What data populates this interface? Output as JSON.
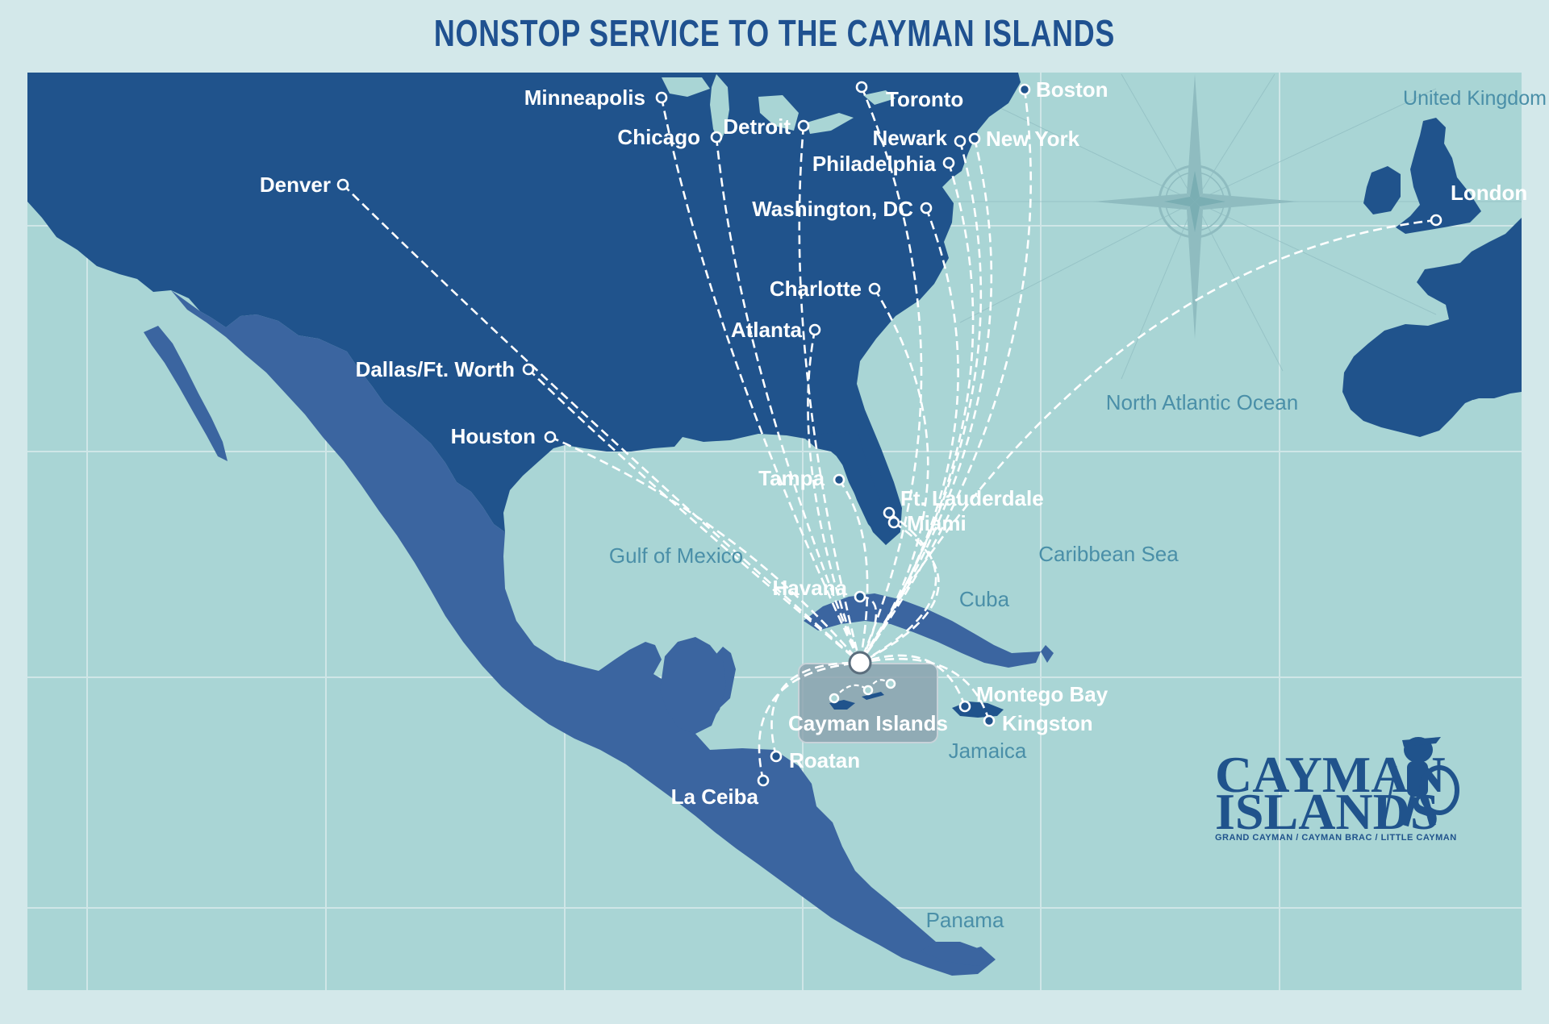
{
  "title": "NONSTOP SERVICE TO THE CAYMAN ISLANDS",
  "colors": {
    "background": "#d3e8ea",
    "ocean": "#a9d5d5",
    "land_usa": "#20538c",
    "land_latam": "#3b65a0",
    "title": "#1f5190",
    "route": "#ffffff",
    "water_label": "#4a8fa8",
    "compass": "#8fbcc0"
  },
  "hub": "Cayman Islands",
  "cities": [
    {
      "id": "minneapolis",
      "label": "Minneapolis"
    },
    {
      "id": "chicago",
      "label": "Chicago"
    },
    {
      "id": "detroit",
      "label": "Detroit"
    },
    {
      "id": "toronto",
      "label": "Toronto"
    },
    {
      "id": "boston",
      "label": "Boston"
    },
    {
      "id": "newark",
      "label": "Newark"
    },
    {
      "id": "newyork",
      "label": "New York"
    },
    {
      "id": "philadelphia",
      "label": "Philadelphia"
    },
    {
      "id": "washington",
      "label": "Washington, DC"
    },
    {
      "id": "denver",
      "label": "Denver"
    },
    {
      "id": "charlotte",
      "label": "Charlotte"
    },
    {
      "id": "atlanta",
      "label": "Atlanta"
    },
    {
      "id": "dallas",
      "label": "Dallas/Ft. Worth"
    },
    {
      "id": "houston",
      "label": "Houston"
    },
    {
      "id": "tampa",
      "label": "Tampa"
    },
    {
      "id": "ftlauderdale",
      "label": "Ft. Lauderdale"
    },
    {
      "id": "miami",
      "label": "Miami"
    },
    {
      "id": "havana",
      "label": "Havana"
    },
    {
      "id": "montegobay",
      "label": "Montego Bay"
    },
    {
      "id": "kingston",
      "label": "Kingston"
    },
    {
      "id": "roatan",
      "label": "Roatan"
    },
    {
      "id": "laceiba",
      "label": "La Ceiba"
    },
    {
      "id": "london",
      "label": "London"
    }
  ],
  "regions": {
    "united_kingdom": "United Kingdom",
    "north_atlantic": "North Atlantic Ocean",
    "gulf_of_mexico": "Gulf of Mexico",
    "caribbean_sea": "Caribbean Sea",
    "cuba": "Cuba",
    "jamaica": "Jamaica",
    "panama": "Panama"
  },
  "logo": {
    "line1": "CAYMAN",
    "line2": "ISLANDS",
    "tagline": "GRAND CAYMAN / CAYMAN BRAC / LITTLE CAYMAN"
  }
}
